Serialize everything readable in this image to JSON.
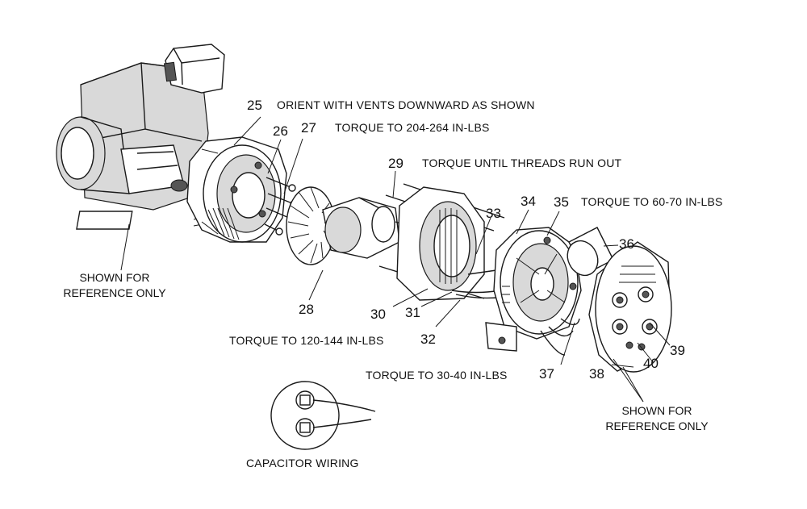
{
  "notes": {
    "orient": "ORIENT WITH VENTS DOWNWARD AS SHOWN",
    "torque_204": "TORQUE TO 204-264 IN-LBS",
    "torque_threads": "TORQUE UNTIL THREADS RUN OUT",
    "torque_60": "TORQUE TO 60-70 IN-LBS",
    "torque_120": "TORQUE TO 120-144 IN-LBS",
    "torque_30": "TORQUE TO 30-40 IN-LBS",
    "shown_ref_left": "SHOWN FOR REFERENCE ONLY",
    "shown_ref_right": "SHOWN FOR REFERENCE ONLY",
    "capacitor_wiring": "CAPACITOR WIRING"
  },
  "parts": [
    "25",
    "26",
    "27",
    "28",
    "29",
    "30",
    "31",
    "32",
    "34",
    "35",
    "33",
    "36",
    "37",
    "38",
    "39",
    "40"
  ]
}
